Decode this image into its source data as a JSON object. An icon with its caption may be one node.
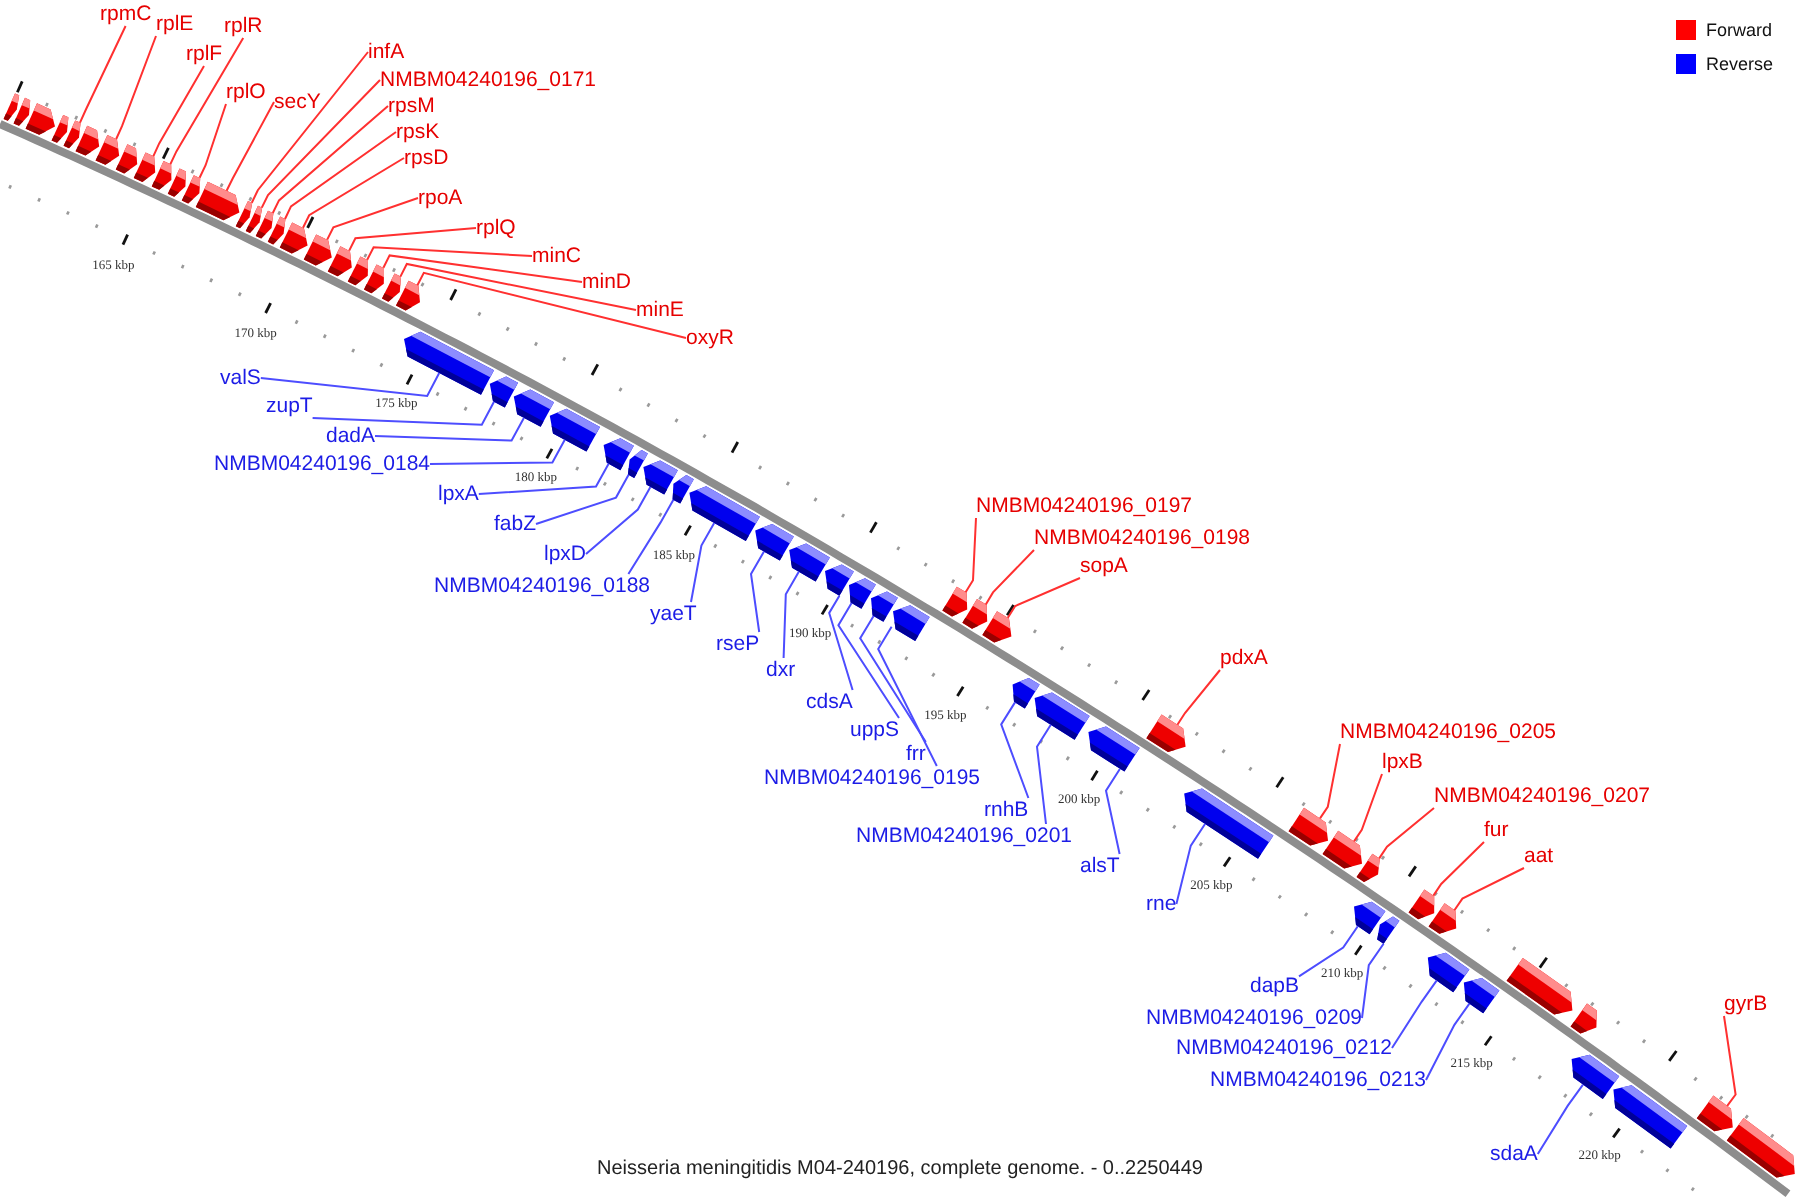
{
  "diagram": {
    "caption": "Neisseria meningitidis M04-240196, complete genome. - 0..2250449",
    "nodes": [
      {
        "text": [
          "rpmC"
        ]
      },
      {
        "text": [
          "rplE"
        ]
      },
      {
        "text": [
          "rplF"
        ]
      },
      {
        "text": [
          "rplR"
        ]
      },
      {
        "text": [
          "rplO"
        ]
      },
      {
        "text": [
          "secY"
        ]
      },
      {
        "text": [
          "infA"
        ]
      },
      {
        "text": [
          "NMBM04240196_0171"
        ]
      },
      {
        "text": [
          "rpsM"
        ]
      },
      {
        "text": [
          "rpsK"
        ]
      },
      {
        "text": [
          "rpsD"
        ]
      },
      {
        "text": [
          "rpoA"
        ]
      },
      {
        "text": [
          "rplQ"
        ]
      },
      {
        "text": [
          "minC"
        ]
      },
      {
        "text": [
          "minD"
        ]
      },
      {
        "text": [
          "minE"
        ]
      },
      {
        "text": [
          "oxyR"
        ]
      },
      {
        "text": [
          "valS"
        ]
      },
      {
        "text": [
          "zupT"
        ]
      },
      {
        "text": [
          "dadA"
        ]
      },
      {
        "text": [
          "NMBM04240196_0184"
        ]
      },
      {
        "text": [
          "lpxA"
        ]
      },
      {
        "text": [
          "fabZ"
        ]
      },
      {
        "text": [
          "lpxD"
        ]
      },
      {
        "text": [
          "NMBM04240196_0188"
        ]
      },
      {
        "text": [
          "yaeT"
        ]
      },
      {
        "text": [
          "rseP"
        ]
      },
      {
        "text": [
          "dxr"
        ]
      },
      {
        "text": [
          "cdsA"
        ]
      },
      {
        "text": [
          "uppS"
        ]
      },
      {
        "text": [
          "frr"
        ]
      },
      {
        "text": [
          "NMBM04240196_0195"
        ]
      },
      {
        "text": [
          "NMBM04240196_0197"
        ]
      },
      {
        "text": [
          "NMBM04240196_0198"
        ]
      },
      {
        "text": [
          "sopA"
        ]
      },
      {
        "text": [
          "rnhB"
        ]
      },
      {
        "text": [
          "NMBM04240196_0201"
        ]
      },
      {
        "text": [
          "alsT"
        ]
      },
      {
        "text": [
          "pdxA"
        ]
      },
      {
        "text": [
          "rne"
        ]
      },
      {
        "text": [
          "NMBM04240196_0205"
        ]
      },
      {
        "text": [
          "lpxB"
        ]
      },
      {
        "text": [
          "NMBM04240196_0207"
        ]
      },
      {
        "text": [
          "fur"
        ]
      },
      {
        "text": [
          "aat"
        ]
      },
      {
        "text": [
          "dapB"
        ]
      },
      {
        "text": [
          "NMBM04240196_0209"
        ]
      },
      {
        "text": [
          "NMBM04240196_0212"
        ]
      },
      {
        "text": [
          "NMBM04240196_0213"
        ]
      },
      {
        "text": [
          "sdaA"
        ]
      },
      {
        "text": [
          "gyrB"
        ]
      },
      {
        "text": [],
        "shape": "bar"
      },
      {
        "text": [],
        "shape": "bar"
      },
      {
        "text": [],
        "shape": "bar"
      },
      {
        "text": [],
        "shape": "bar"
      },
      {
        "text": [],
        "shape": "bar"
      },
      {
        "text": [],
        "shape": "bar"
      },
      {
        "text": [],
        "shape": "bar"
      },
      {
        "text": [],
        "shape": "bar"
      },
      {
        "text": [],
        "shape": "bar"
      },
      {
        "text": [],
        "shape": "bar"
      },
      {
        "text": [],
        "shape": "bar"
      },
      {
        "text": [],
        "shape": "bar"
      },
      {
        "text": [],
        "shape": "bar"
      },
      {
        "text": [],
        "shape": "bar"
      },
      {
        "text": [],
        "shape": "bar"
      },
      {
        "text": [],
        "shape": "bar"
      },
      {
        "text": [],
        "shape": "bar"
      },
      {
        "text": [],
        "shape": "bar"
      },
      {
        "text": [],
        "shape": "bar"
      },
      {
        "text": [],
        "shape": "bar"
      },
      {
        "text": [],
        "shape": "bar"
      },
      {
        "text": [],
        "shape": "bar"
      },
      {
        "text": [],
        "shape": "bar"
      },
      {
        "text": [],
        "shape": "bar"
      },
      {
        "text": [],
        "shape": "bar"
      },
      {
        "text": [],
        "shape": "bar"
      },
      {
        "text": [],
        "shape": "bar"
      },
      {
        "text": [],
        "shape": "bar"
      },
      {
        "text": [],
        "shape": "bar"
      },
      {
        "text": [],
        "shape": "bar"
      },
      {
        "text": [],
        "shape": "bar"
      },
      {
        "text": [],
        "shape": "bar"
      },
      {
        "text": [],
        "shape": "bar"
      },
      {
        "text": [],
        "shape": "bar"
      },
      {
        "text": [],
        "shape": "bar"
      },
      {
        "text": [],
        "shape": "bar"
      },
      {
        "text": [],
        "shape": "bar"
      },
      {
        "text": [],
        "shape": "bar"
      },
      {
        "text": [],
        "shape": "bar"
      },
      {
        "text": [],
        "shape": "bar"
      },
      {
        "text": [],
        "shape": "bar"
      },
      {
        "text": [],
        "shape": "bar"
      },
      {
        "text": [],
        "shape": "bar"
      },
      {
        "text": [],
        "shape": "bar"
      },
      {
        "text": [],
        "shape": "bar"
      },
      {
        "text": [],
        "shape": "bar"
      },
      {
        "text": [],
        "shape": "bar"
      },
      {
        "text": [],
        "shape": "bar"
      },
      {
        "text": [],
        "shape": "bar"
      },
      {
        "text": [],
        "shape": "bar"
      },
      {
        "text": [],
        "shape": "bar"
      },
      {
        "text": [],
        "shape": "bar"
      },
      {
        "text": [],
        "shape": "bar"
      },
      {
        "text": [],
        "shape": "bar"
      },
      {
        "text": [],
        "shape": "bar"
      },
      {
        "text": [],
        "shape": "bar"
      },
      {
        "text": [],
        "shape": "bar"
      },
      {
        "text": [],
        "shape": "bar"
      },
      {
        "text": [],
        "shape": "bar"
      },
      {
        "text": [],
        "shape": "bar"
      },
      {
        "text": [],
        "shape": "bar"
      },
      {
        "text": [],
        "shape": "bar"
      }
    ],
    "edges": [
      {
        "from": 0,
        "to": 55,
        "arrow": "none"
      },
      {
        "from": 1,
        "to": 57,
        "arrow": "none"
      },
      {
        "from": 2,
        "to": 59,
        "arrow": "none"
      },
      {
        "from": 3,
        "to": 60,
        "arrow": "none"
      },
      {
        "from": 4,
        "to": 62,
        "arrow": "none"
      },
      {
        "from": 5,
        "to": 63,
        "arrow": "none"
      },
      {
        "from": 6,
        "to": 64,
        "arrow": "none"
      },
      {
        "from": 7,
        "to": 65,
        "arrow": "none"
      },
      {
        "from": 8,
        "to": 66,
        "arrow": "none"
      },
      {
        "from": 9,
        "to": 67,
        "arrow": "none"
      },
      {
        "from": 10,
        "to": 68,
        "arrow": "none"
      },
      {
        "from": 11,
        "to": 69,
        "arrow": "none"
      },
      {
        "from": 12,
        "to": 70,
        "arrow": "none"
      },
      {
        "from": 13,
        "to": 71,
        "arrow": "none"
      },
      {
        "from": 14,
        "to": 72,
        "arrow": "none"
      },
      {
        "from": 15,
        "to": 73,
        "arrow": "none"
      },
      {
        "from": 16,
        "to": 74,
        "arrow": "none"
      },
      {
        "from": 17,
        "to": 75,
        "arrow": "none",
        "color": "#4d4dff"
      },
      {
        "from": 18,
        "to": 76,
        "arrow": "none",
        "color": "#4d4dff"
      },
      {
        "from": 19,
        "to": 77,
        "arrow": "none",
        "color": "#4d4dff"
      },
      {
        "from": 20,
        "to": 78,
        "arrow": "none",
        "color": "#4d4dff"
      },
      {
        "from": 21,
        "to": 79,
        "arrow": "none",
        "color": "#4d4dff"
      },
      {
        "from": 22,
        "to": 80,
        "arrow": "none",
        "color": "#4d4dff"
      },
      {
        "from": 23,
        "to": 81,
        "arrow": "none",
        "color": "#4d4dff"
      },
      {
        "from": 24,
        "to": 82,
        "arrow": "none",
        "color": "#4d4dff"
      },
      {
        "from": 25,
        "to": 83,
        "arrow": "none",
        "color": "#4d4dff"
      },
      {
        "from": 26,
        "to": 84,
        "arrow": "none",
        "color": "#4d4dff"
      },
      {
        "from": 27,
        "to": 85,
        "arrow": "none",
        "color": "#4d4dff"
      },
      {
        "from": 28,
        "to": 86,
        "arrow": "none",
        "color": "#4d4dff"
      },
      {
        "from": 29,
        "to": 87,
        "arrow": "none",
        "color": "#4d4dff"
      },
      {
        "from": 30,
        "to": 88,
        "arrow": "none",
        "color": "#4d4dff"
      },
      {
        "from": 31,
        "to": 89,
        "arrow": "none",
        "color": "#4d4dff"
      },
      {
        "from": 32,
        "to": 90,
        "arrow": "none"
      },
      {
        "from": 33,
        "to": 91,
        "arrow": "none"
      },
      {
        "from": 34,
        "to": 92,
        "arrow": "none"
      },
      {
        "from": 35,
        "to": 93,
        "arrow": "none",
        "color": "#4d4dff"
      },
      {
        "from": 36,
        "to": 94,
        "arrow": "none",
        "color": "#4d4dff"
      },
      {
        "from": 37,
        "to": 95,
        "arrow": "none",
        "color": "#4d4dff"
      },
      {
        "from": 38,
        "to": 96,
        "arrow": "none"
      },
      {
        "from": 39,
        "to": 97,
        "arrow": "none",
        "color": "#4d4dff"
      },
      {
        "from": 40,
        "to": 98,
        "arrow": "none"
      },
      {
        "from": 41,
        "to": 99,
        "arrow": "none"
      },
      {
        "from": 42,
        "to": 100,
        "arrow": "none"
      },
      {
        "from": 43,
        "to": 103,
        "arrow": "none"
      },
      {
        "from": 44,
        "to": 104,
        "arrow": "none"
      },
      {
        "from": 45,
        "to": 101,
        "arrow": "none",
        "color": "#4d4dff"
      },
      {
        "from": 46,
        "to": 102,
        "arrow": "none",
        "color": "#4d4dff"
      },
      {
        "from": 47,
        "to": 105,
        "arrow": "none",
        "color": "#4d4dff"
      },
      {
        "from": 48,
        "to": 106,
        "arrow": "none",
        "color": "#4d4dff"
      },
      {
        "from": 49,
        "to": 109,
        "arrow": "none",
        "color": "#4d4dff"
      },
      {
        "from": 50,
        "to": 111,
        "arrow": "none"
      }
    ],
    "labels": [
      "165 kbp",
      "170 kbp",
      "175 kbp",
      "180 kbp",
      "185 kbp",
      "190 kbp",
      "195 kbp",
      "200 kbp",
      "205 kbp",
      "210 kbp",
      "215 kbp",
      "220 kbp"
    ],
    "legend": [
      {
        "text": "Forward",
        "color": "#ff0000"
      },
      {
        "text": "Reverse",
        "color": "#0000ff"
      }
    ]
  }
}
